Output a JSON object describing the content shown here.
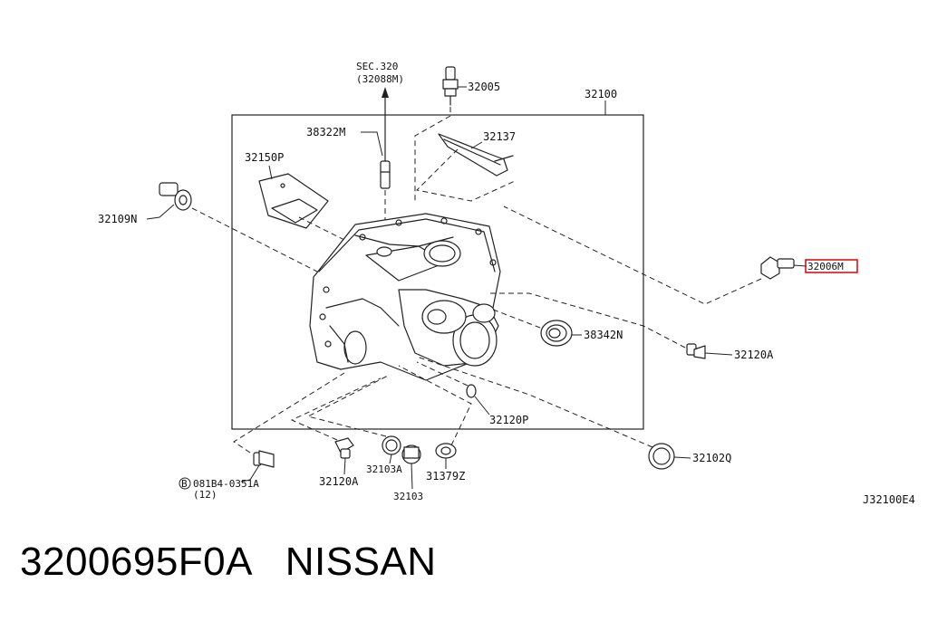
{
  "diagram": {
    "labels": {
      "sec_ref": "SEC.320",
      "sec_ref_sub": "(32088M)",
      "p32005": "32005",
      "p32100": "32100",
      "p38322M": "38322M",
      "p32137": "32137",
      "p32150P": "32150P",
      "p32109N": "32109N",
      "p32006M": "32006M",
      "p38342N": "38342N",
      "p32120A_right": "32120A",
      "p32120P": "32120P",
      "p32102Q": "32102Q",
      "bolt_ref": "081B4-0351A",
      "bolt_circle": "B",
      "bolt_qty": "(12)",
      "p32120A_bottom": "32120A",
      "p32103A": "32103A",
      "p32103": "32103",
      "p31379Z": "31379Z",
      "diagram_code": "J32100E4"
    },
    "highlight_color": "#e00000"
  },
  "footer": {
    "part_number": "3200695F0A",
    "brand": "NISSAN"
  }
}
